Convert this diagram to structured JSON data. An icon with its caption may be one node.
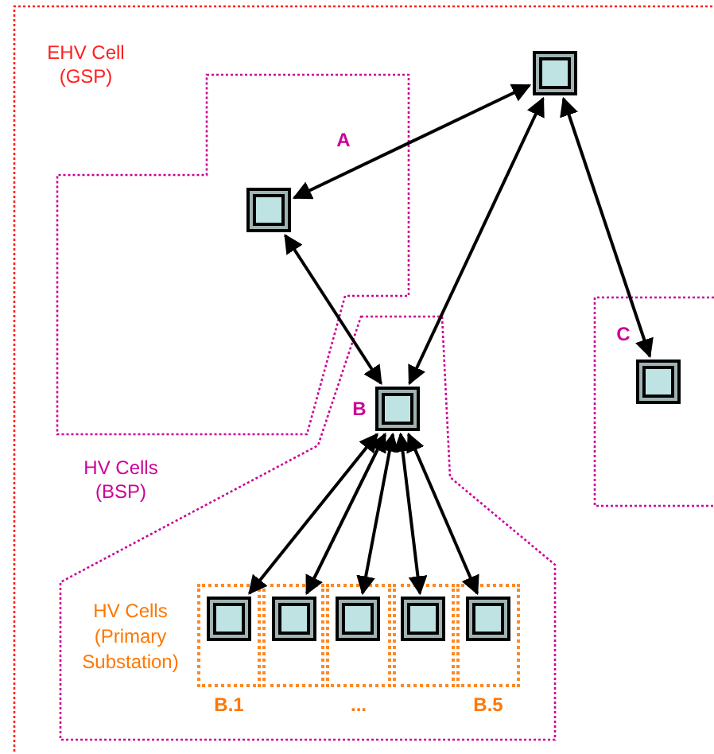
{
  "diagram": {
    "nodes": [
      {
        "text": [
          "EHV Cell (GSP)"
        ]
      },
      {
        "text": [
          "A"
        ],
        "in": 0
      },
      {
        "text": [],
        "shape": "box",
        "in": 0
      },
      {
        "text": [],
        "shape": "box",
        "in": 1
      },
      {
        "text": [
          "C"
        ],
        "in": 0
      },
      {
        "text": [],
        "shape": "box",
        "in": 4
      },
      {
        "text": [
          "HV Cells (BSP)"
        ],
        "in": 0
      },
      {
        "text": [],
        "shape": "box",
        "in": 6,
        "beside": [
          "B"
        ]
      },
      {
        "text": [],
        "shape": "box",
        "in": 6,
        "beside": [
          "B.1"
        ]
      },
      {
        "text": [],
        "shape": "box",
        "in": 6
      },
      {
        "text": [],
        "shape": "box",
        "in": 6,
        "beside": [
          "..."
        ]
      },
      {
        "text": [],
        "shape": "box",
        "in": 6
      },
      {
        "text": [],
        "shape": "box",
        "in": 6,
        "beside": [
          "B.5"
        ]
      },
      {
        "text": [],
        "shape": "box",
        "in": 8
      },
      {
        "text": [],
        "shape": "box",
        "in": 9
      },
      {
        "text": [],
        "shape": "box",
        "in": 10
      },
      {
        "text": [],
        "shape": "box",
        "in": 11
      },
      {
        "text": [],
        "shape": "box",
        "in": 12
      }
    ],
    "edges": [
      {
        "from": 2,
        "to": 3,
        "arrow": "both"
      },
      {
        "from": 3,
        "to": 7,
        "arrow": "both"
      },
      {
        "from": 2,
        "to": 7,
        "arrow": "both"
      },
      {
        "from": 2,
        "to": 5,
        "arrow": "both"
      },
      {
        "from": 7,
        "to": 13,
        "arrow": "both"
      },
      {
        "from": 7,
        "to": 14,
        "arrow": "both"
      },
      {
        "from": 7,
        "to": 15,
        "arrow": "both"
      },
      {
        "from": 7,
        "to": 16,
        "arrow": "both"
      },
      {
        "from": 7,
        "to": 17,
        "arrow": "both"
      }
    ],
    "labels": [
      "HV Cells (Primary Substation)"
    ]
  }
}
